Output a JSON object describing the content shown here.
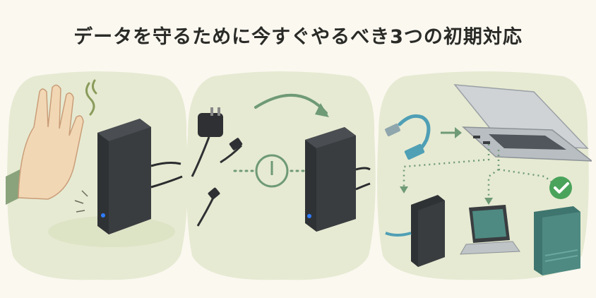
{
  "title": "データを守るために今すぐやるべき3つの初期対応",
  "colors": {
    "background": "#fbf8f0",
    "panel_wash": "#e6ead2",
    "accent_green": "#6f9a76",
    "device_dark": "#3a3d40",
    "teal_drive": "#4e8a82",
    "cable_blue": "#4f9fb5",
    "led_blue": "#2f7dff",
    "check_green": "#4aa35b"
  },
  "panels": [
    {
      "id": "stop-using",
      "icons": [
        "stop-hand-icon",
        "hard-drive-icon",
        "smell-wave-icon",
        "led-indicator-icon"
      ]
    },
    {
      "id": "unplug-power-off",
      "icons": [
        "power-adapter-icon",
        "usb-plug-icon",
        "power-button-icon",
        "curved-arrow-icon",
        "hard-drive-icon"
      ]
    },
    {
      "id": "try-other-connection",
      "icons": [
        "usb-cable-icon",
        "laptop-icon",
        "hard-drive-icon",
        "laptop-small-icon",
        "external-drive-icon",
        "check-icon"
      ]
    }
  ]
}
